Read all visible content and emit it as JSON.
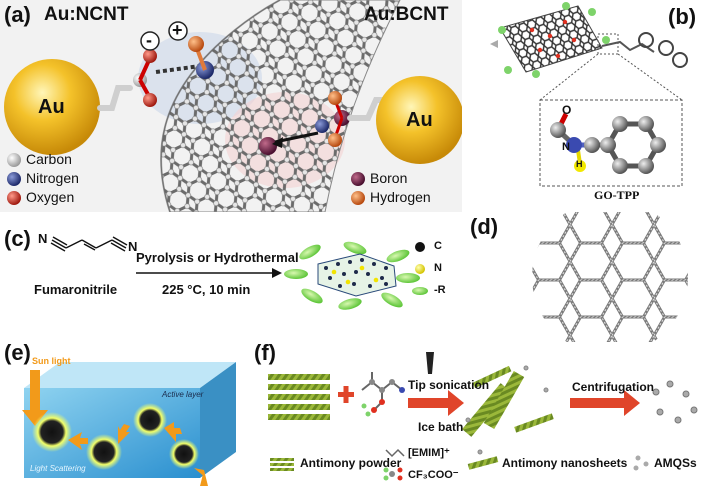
{
  "panel_a": {
    "label": "(a)",
    "left_title": "Au:NCNT",
    "right_title": "Au:BCNT",
    "au_left": "Au",
    "au_right": "Au",
    "minus": "-",
    "plus": "+",
    "legend_left": [
      "Carbon",
      "Nitrogen",
      "Oxygen"
    ],
    "legend_right": [
      "Boron",
      "Hydrogen"
    ],
    "colors": {
      "carbon": "#c9c9c9",
      "nitrogen": "#3a4a8c",
      "oxygen": "#d23a2a",
      "boron": "#7a2a4a",
      "hydrogen": "#e07a3a",
      "gold": "#f2b21a"
    }
  },
  "panel_b": {
    "label": "(b)",
    "caption": "GO-TPP",
    "atom_o": "O",
    "atom_n": "N",
    "atom_h": "H"
  },
  "panel_c": {
    "label": "(c)",
    "molecule_n_left": "N",
    "molecule_n_right": "N",
    "precursor": "Fumaronitrile",
    "condition_top": "Pyrolysis or Hydrothermal",
    "condition_bottom": "225 °C, 10 min",
    "legend": [
      "C",
      "N",
      "-R"
    ]
  },
  "panel_d": {
    "label": "(d)"
  },
  "panel_e": {
    "label": "(e)",
    "sun": "Sun light",
    "active": "Active layer",
    "scatter": "Light Scattering"
  },
  "panel_f": {
    "label": "(f)",
    "step1_top": "Tip sonication",
    "step1_bottom": "Ice bath",
    "step2": "Centrifugation",
    "legend_powder": "Antimony powder",
    "legend_emim": "[EMIM]⁺",
    "legend_cf3": "CF₃COO⁻",
    "legend_sheets": "Antimony nanosheets",
    "legend_amqs": "AMQSs"
  }
}
